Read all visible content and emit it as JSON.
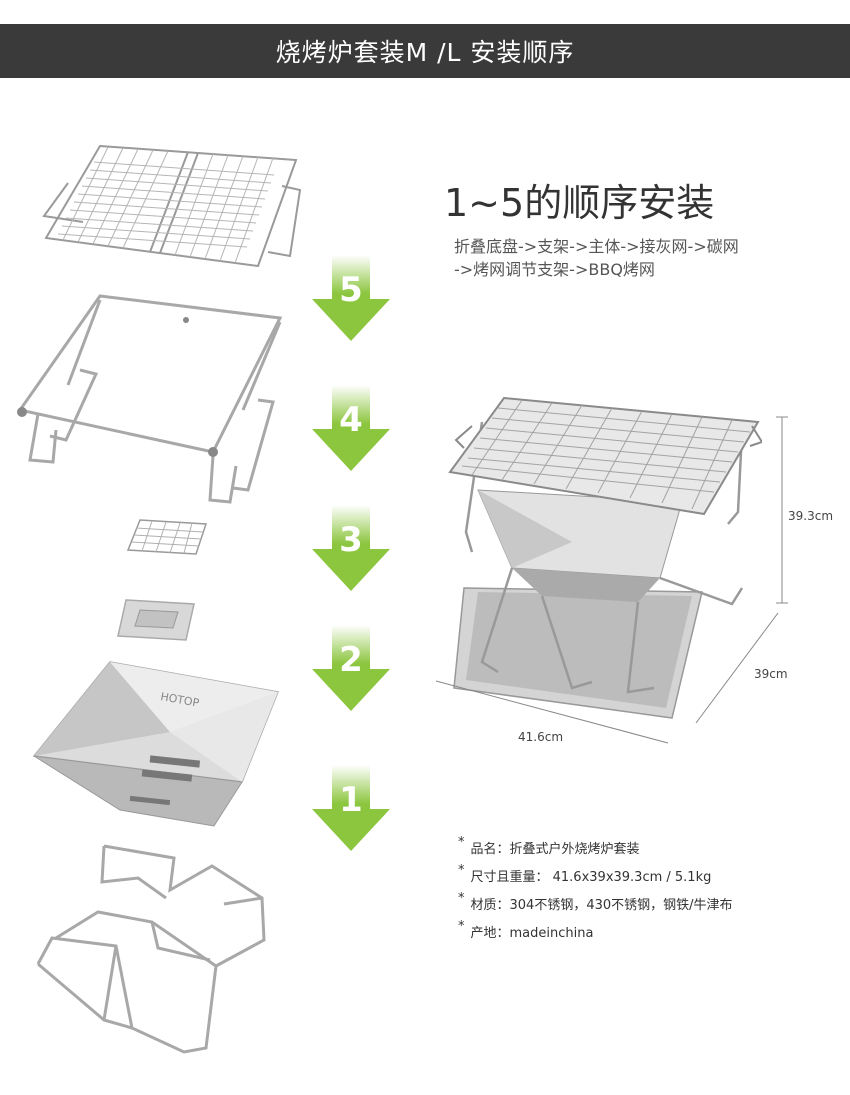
{
  "banner": {
    "title": "烧烤炉套装M /L 安装顺序"
  },
  "instructions": {
    "heading": "1~5的顺序安装",
    "order_line1": "折叠底盘->支架->主体->接灰网->碳网",
    "order_line2": "->烤网调节支架->BBQ烤网"
  },
  "steps": [
    {
      "number": "5",
      "color": "#8cc63f"
    },
    {
      "number": "4",
      "color": "#8cc63f"
    },
    {
      "number": "3",
      "color": "#8cc63f"
    },
    {
      "number": "2",
      "color": "#8cc63f"
    },
    {
      "number": "1",
      "color": "#8cc63f"
    }
  ],
  "dimensions": {
    "height": "39.3cm",
    "depth": "39cm",
    "width": "41.6cm"
  },
  "specs": {
    "star": "*",
    "items": [
      "品名：折叠式户外烧烤炉套装",
      "尺寸且重量：  41.6x39x39.3cm / 5.1kg",
      "材质：304不锈钢，430不锈钢，钢铁/牛津布",
      "产地：madeinchina"
    ]
  },
  "product_label": "HOTOP"
}
